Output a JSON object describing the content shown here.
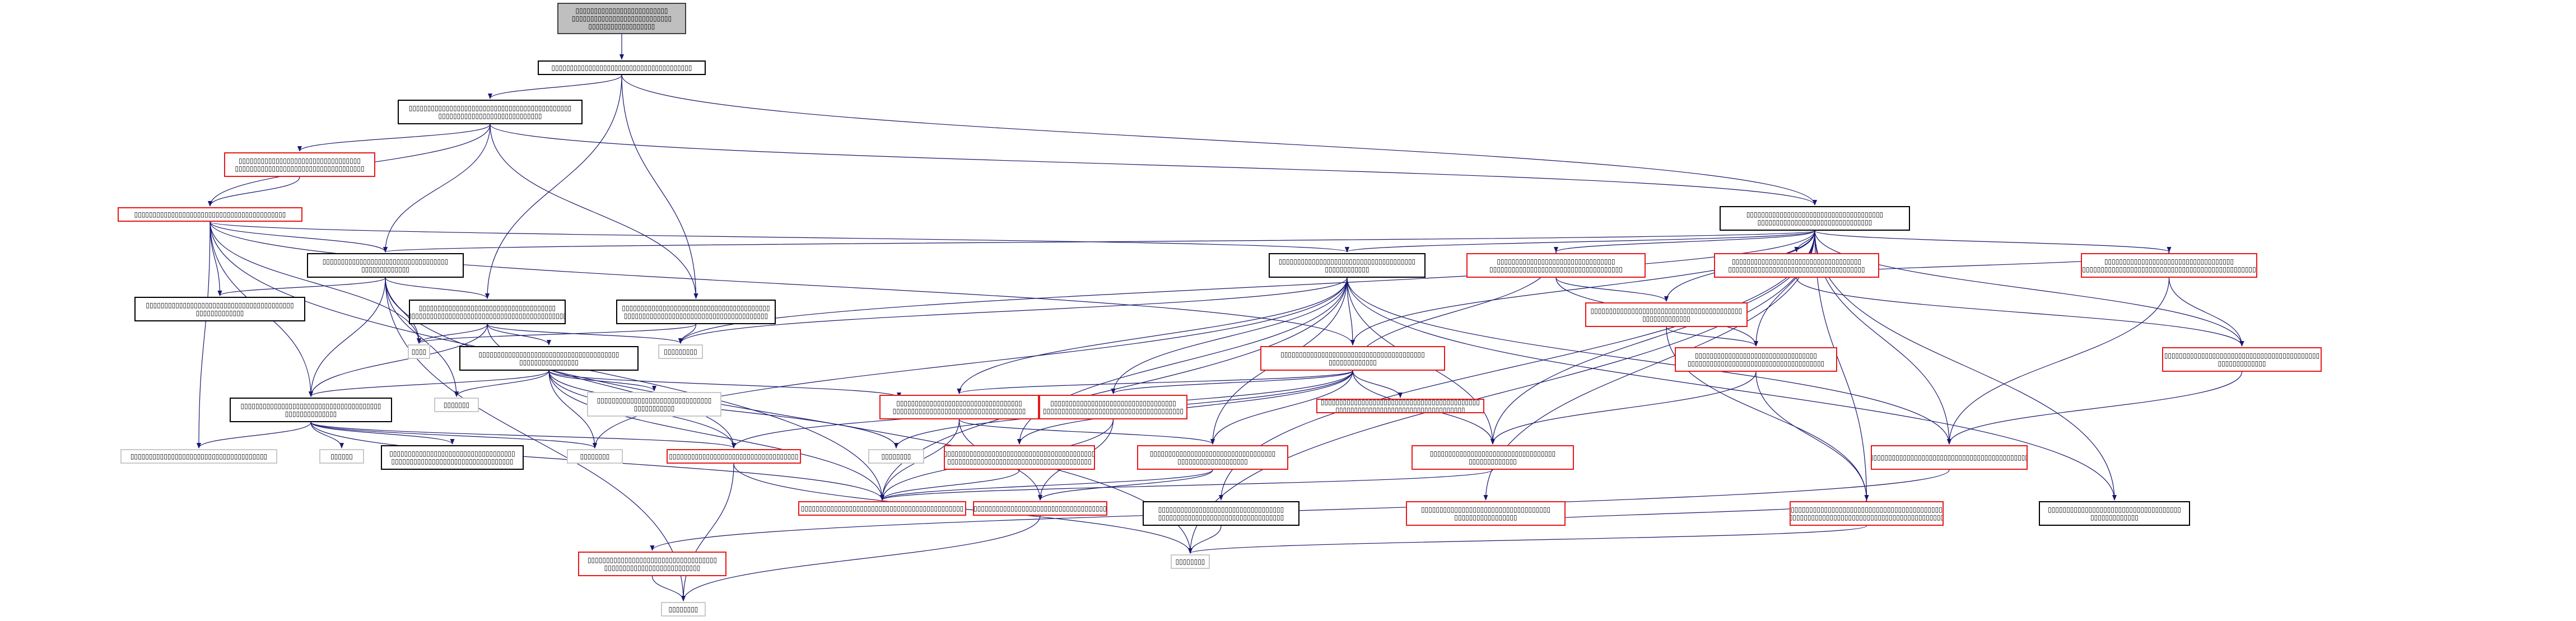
{
  "graph": {
    "edge_color": "#191970",
    "border_colors": {
      "default": "#000000",
      "undocumented": "#e8181a",
      "external": "#c9c9c9",
      "root_fill": "#bfbfbf"
    },
    "nodes": [
      {
        "id": "n0",
        "label": "▯▯▯▯▯▯▯▯▯▯▯▯▯▯▯▯▯▯▯▯▯▯▯▯▯\n▯▯▯▯▯▯▯▯▯▯▯▯▯▯▯▯▯▯▯▯▯▯▯▯▯▯▯\n▯▯▯▯▯▯▯▯▯▯▯▯▯▯▯▯▯▯",
        "style": "root"
      },
      {
        "id": "n1",
        "label": "▯▯▯▯▯▯▯▯▯▯▯▯▯▯▯▯▯▯▯▯▯▯▯▯▯▯▯▯▯▯▯▯▯▯▯▯▯▯",
        "style": "k"
      },
      {
        "id": "n2",
        "label": "▯▯▯▯▯▯▯▯▯▯▯▯▯▯▯▯▯▯▯▯▯▯▯▯▯▯▯▯▯▯▯▯▯▯▯▯▯▯▯▯▯▯▯▯\n▯▯▯▯▯▯▯▯▯▯▯▯▯▯▯▯▯▯▯▯▯▯▯▯▯▯▯▯",
        "style": "k"
      },
      {
        "id": "n3",
        "label": "▯▯▯▯▯▯▯▯▯▯▯▯▯▯▯▯▯▯▯▯▯▯▯▯▯▯▯▯▯▯▯▯▯\n▯▯▯▯▯▯▯▯▯▯▯▯▯▯▯▯▯▯▯▯▯▯▯▯▯▯▯▯▯▯▯▯▯▯▯",
        "style": "r"
      },
      {
        "id": "n4",
        "label": "▯▯▯▯▯▯▯▯▯▯▯▯▯▯▯▯▯▯▯▯▯▯▯▯▯▯▯▯▯▯▯▯▯▯▯▯▯▯▯▯▯",
        "style": "r"
      },
      {
        "id": "n5",
        "label": "▯▯▯▯▯▯▯▯▯▯▯▯▯▯▯▯▯▯▯▯▯▯▯▯▯▯▯▯▯▯▯▯▯▯▯▯▯\n▯▯▯▯▯▯▯▯▯▯▯▯▯▯▯▯▯▯▯▯▯▯▯▯▯▯▯▯▯▯▯",
        "style": "k"
      },
      {
        "id": "n6",
        "label": "▯▯▯▯▯▯▯▯▯▯▯▯▯▯▯▯▯▯▯▯▯▯▯▯▯▯▯▯▯▯▯▯▯▯\n▯▯▯▯▯▯▯▯▯▯▯▯▯",
        "style": "k"
      },
      {
        "id": "n7",
        "label": "▯▯▯▯▯▯▯▯▯▯▯▯▯▯▯▯▯▯▯▯▯▯▯▯▯▯▯▯▯▯▯▯▯▯▯▯▯\n▯▯▯▯▯▯▯▯▯▯▯▯",
        "style": "k"
      },
      {
        "id": "n8",
        "label": "▯▯▯▯▯▯▯▯▯▯▯▯▯▯▯▯▯▯▯▯▯▯▯▯▯▯▯▯▯▯▯▯▯▯▯▯▯▯▯▯\n▯▯▯▯▯▯▯▯▯▯▯▯▯",
        "style": "k"
      },
      {
        "id": "n9",
        "label": "▯▯▯▯▯▯▯▯▯▯▯▯▯▯▯▯▯▯▯▯▯▯▯▯▯▯▯▯▯▯▯▯▯▯▯▯▯\n▯▯▯▯▯▯▯▯▯▯▯▯▯▯▯▯▯▯▯▯▯▯▯▯▯▯▯▯▯▯▯▯▯▯▯▯▯▯▯▯▯▯▯",
        "style": "k"
      },
      {
        "id": "n10",
        "label": "▯▯▯▯▯▯▯▯▯▯▯▯▯▯▯▯▯▯▯▯▯▯▯▯▯▯▯▯▯▯▯▯▯▯▯▯▯▯▯▯\n▯▯▯▯▯▯▯▯▯▯▯▯▯▯▯▯▯▯▯▯▯▯▯▯▯▯▯▯▯▯▯▯▯▯▯▯▯▯▯",
        "style": "k"
      },
      {
        "id": "n11",
        "label": "▯▯▯▯",
        "style": "g"
      },
      {
        "id": "n12",
        "label": "▯▯▯▯▯▯▯▯▯",
        "style": "g"
      },
      {
        "id": "n13",
        "label": "▯▯▯▯▯▯▯▯▯▯▯▯▯▯▯▯▯▯▯▯▯▯▯▯▯▯▯▯▯▯▯▯▯▯▯▯▯▯\n▯▯▯▯▯▯▯▯▯▯▯▯▯▯",
        "style": "k"
      },
      {
        "id": "n14",
        "label": "▯▯▯▯▯▯▯",
        "style": "g"
      },
      {
        "id": "n15",
        "label": "▯▯▯▯▯▯▯▯▯▯▯▯▯▯▯▯▯▯▯▯▯▯▯▯▯▯▯▯▯▯▯\n▯▯▯▯▯▯▯▯▯▯▯",
        "style": "g"
      },
      {
        "id": "n16",
        "label": "▯▯▯▯▯▯▯▯▯▯▯▯▯▯▯▯▯▯▯▯▯▯▯▯▯▯▯▯▯▯▯▯▯▯▯▯▯▯\n▯▯▯▯▯▯▯▯▯▯▯▯▯▯▯▯",
        "style": "k"
      },
      {
        "id": "n17",
        "label": "▯▯▯▯▯▯▯▯▯▯▯▯▯▯▯▯▯▯▯▯▯▯▯▯▯▯▯▯▯▯▯▯▯▯▯▯▯",
        "style": "g"
      },
      {
        "id": "n18",
        "label": "▯▯▯▯▯▯",
        "style": "g"
      },
      {
        "id": "n19",
        "label": "▯▯▯▯▯▯▯▯▯▯▯▯▯▯▯▯▯▯▯▯▯▯▯▯▯▯▯▯▯▯▯▯▯▯\n▯▯▯▯▯▯▯▯▯▯▯▯▯▯▯▯▯▯▯▯▯▯▯▯▯▯▯▯▯▯▯▯▯",
        "style": "k"
      },
      {
        "id": "n20",
        "label": "▯▯▯▯▯▯▯▯",
        "style": "g"
      },
      {
        "id": "n21",
        "label": "▯▯▯▯▯▯▯▯▯▯▯▯▯▯▯▯▯▯▯▯▯▯▯▯▯▯▯▯▯▯▯▯▯▯▯",
        "style": "r"
      },
      {
        "id": "n22",
        "label": "▯▯▯▯▯▯▯▯",
        "style": "g"
      },
      {
        "id": "n23",
        "label": "▯▯▯▯▯▯▯▯▯▯▯▯▯▯▯▯▯▯▯▯▯▯▯▯▯▯▯▯▯▯▯▯\n▯▯▯▯▯▯▯▯▯▯▯▯▯▯▯▯",
        "style": "k"
      },
      {
        "id": "n24",
        "label": "▯▯▯▯▯▯▯▯▯▯▯▯▯▯▯▯▯▯▯▯▯▯▯▯▯▯▯▯▯▯▯▯▯▯▯▯▯▯▯\n▯▯▯▯▯▯▯▯▯▯▯▯▯",
        "style": "r"
      },
      {
        "id": "n25",
        "label": "▯▯▯▯▯▯▯▯▯▯▯▯▯▯▯▯▯▯▯▯▯▯▯▯▯▯▯▯▯▯▯▯\n▯▯▯▯▯▯▯▯▯▯▯▯▯▯▯▯▯▯▯▯▯▯▯▯▯▯▯▯▯▯▯▯▯▯▯▯",
        "style": "r"
      },
      {
        "id": "n26",
        "label": "▯▯▯▯▯▯▯▯▯▯▯▯▯▯▯▯▯▯▯▯▯▯▯▯▯▯▯▯▯▯▯▯▯▯▯▯▯▯▯▯▯\n▯▯▯▯▯▯▯▯▯▯▯▯▯",
        "style": "r"
      },
      {
        "id": "n27",
        "label": "▯▯▯▯▯▯▯▯▯▯▯▯▯▯▯▯▯▯▯▯▯▯▯▯▯▯▯▯▯▯▯▯▯\n▯▯▯▯▯▯▯▯▯▯▯▯▯▯▯▯▯▯▯▯▯▯▯▯▯▯▯▯▯▯▯▯▯▯▯▯▯",
        "style": "r"
      },
      {
        "id": "n28",
        "label": "▯▯▯▯▯▯▯▯▯▯▯▯▯▯▯▯▯▯▯▯▯▯▯▯▯▯▯▯▯▯▯▯▯▯▯\n▯▯▯▯▯▯▯▯▯▯▯▯▯▯▯▯▯▯▯▯▯▯▯▯▯▯▯▯▯▯▯▯▯▯▯▯▯",
        "style": "r"
      },
      {
        "id": "n29",
        "label": "▯▯▯▯▯▯▯▯▯▯▯▯▯▯▯▯▯▯▯▯▯▯▯▯▯▯▯▯▯▯▯▯▯▯▯\n▯▯▯▯▯▯▯▯▯▯▯▯▯▯▯▯▯▯▯▯▯▯▯▯▯▯▯▯▯▯▯▯▯▯▯▯▯▯▯▯▯▯▯▯▯▯▯",
        "style": "r"
      },
      {
        "id": "n30",
        "label": "▯▯▯▯▯▯▯▯▯▯▯▯▯▯▯▯▯▯▯▯▯▯▯▯▯▯▯▯▯▯▯▯▯▯▯▯▯▯▯▯▯▯\n▯▯▯▯▯▯▯▯▯▯▯▯▯",
        "style": "r"
      },
      {
        "id": "n31",
        "label": "▯▯▯▯▯▯▯▯▯▯▯▯▯▯▯▯▯▯▯▯▯▯▯▯▯▯▯▯▯▯▯▯▯▯▯▯▯▯▯▯▯▯▯",
        "style": "r"
      },
      {
        "id": "n32",
        "label": "▯▯▯▯▯▯▯▯▯▯▯▯▯▯▯▯▯▯▯▯▯▯▯▯▯▯▯▯▯▯▯▯▯▯\n▯▯▯▯▯▯▯▯▯▯▯▯▯▯▯▯▯▯▯▯▯▯▯▯▯▯▯▯▯▯▯▯▯▯▯▯",
        "style": "r"
      },
      {
        "id": "n33",
        "label": "▯▯▯▯▯▯▯▯▯▯▯▯▯▯▯▯▯▯▯▯▯▯▯▯▯▯▯▯▯▯▯▯▯▯\n▯▯▯▯▯▯▯▯▯▯▯▯▯▯▯▯▯▯▯▯▯▯▯▯▯▯▯▯▯▯▯▯▯▯▯▯▯▯",
        "style": "r"
      },
      {
        "id": "n34",
        "label": "▯▯▯▯▯▯▯▯▯▯▯▯▯▯▯▯▯▯▯▯▯▯▯▯▯▯▯▯▯▯▯▯▯▯▯▯▯▯▯▯▯▯▯\n▯▯▯▯▯▯▯▯▯▯▯▯▯▯▯▯▯▯▯▯▯▯▯▯▯▯▯▯▯▯▯▯▯▯▯",
        "style": "r"
      },
      {
        "id": "n35",
        "label": "▯▯▯▯▯▯▯▯▯▯▯▯▯▯▯▯▯▯▯▯▯▯▯▯▯▯▯▯▯▯▯▯▯▯\n▯▯▯▯▯▯▯▯▯▯▯▯▯▯▯▯▯▯▯▯▯▯▯▯▯▯▯▯▯▯▯▯▯▯▯▯▯▯",
        "style": "r"
      },
      {
        "id": "n36",
        "label": "▯▯▯▯▯▯▯▯▯▯▯▯▯▯▯▯▯▯▯▯▯▯▯▯▯▯▯▯▯▯▯▯▯▯▯▯▯▯▯▯▯\n▯▯▯▯▯▯▯▯▯▯▯▯▯▯▯▯▯▯▯▯▯▯▯▯▯▯▯▯▯▯▯▯▯▯▯▯▯▯▯",
        "style": "r"
      },
      {
        "id": "n37",
        "label": "▯▯▯▯▯▯▯▯▯▯▯▯▯▯▯▯▯▯▯▯▯▯▯▯▯▯▯▯▯▯▯▯▯▯\n▯▯▯▯▯▯▯▯▯▯▯▯▯▯▯▯▯▯▯",
        "style": "r"
      },
      {
        "id": "n38",
        "label": "▯▯▯▯▯▯▯▯▯▯▯▯▯▯▯▯▯▯▯▯▯▯▯▯▯▯▯▯▯▯▯▯▯▯\n▯▯▯▯▯▯▯▯▯▯▯▯▯",
        "style": "r"
      },
      {
        "id": "n39",
        "label": "▯▯▯▯▯▯▯▯▯",
        "style": "g"
      },
      {
        "id": "n40",
        "label": "▯▯▯▯▯▯▯▯▯▯▯▯▯▯▯▯▯▯▯▯▯▯▯▯▯▯▯▯▯▯▯▯▯▯▯\n▯▯▯▯▯▯▯▯▯▯▯▯▯▯▯▯▯",
        "style": "r"
      },
      {
        "id": "n41",
        "label": "▯▯▯▯▯▯▯▯▯▯▯▯▯▯▯▯▯▯▯▯▯▯▯▯▯▯▯▯▯▯▯▯▯▯▯▯▯▯▯▯▯▯▯▯",
        "style": "r"
      },
      {
        "id": "n42",
        "label": "▯▯▯▯▯▯▯▯▯▯▯▯▯▯▯▯▯▯▯▯▯▯▯▯▯▯▯▯▯▯▯▯▯▯▯▯",
        "style": "r"
      },
      {
        "id": "n43",
        "label": "▯▯▯▯▯▯▯▯▯▯▯▯▯▯▯▯▯▯▯▯▯▯▯▯▯▯▯▯▯▯▯▯▯▯\n▯▯▯▯▯▯▯▯▯▯▯▯▯▯▯▯▯▯▯▯▯▯▯▯▯▯▯▯▯▯▯▯▯▯",
        "style": "k"
      },
      {
        "id": "n44",
        "label": "▯▯▯▯▯▯▯▯▯▯▯▯▯▯▯▯▯▯▯▯▯▯▯▯▯▯▯▯▯▯▯▯▯▯▯▯▯▯▯▯▯\n▯▯▯▯▯▯▯▯▯▯▯▯▯▯▯▯▯▯▯▯▯▯▯▯▯▯▯▯▯▯▯▯▯▯▯▯▯▯▯▯▯▯",
        "style": "r"
      },
      {
        "id": "n45",
        "label": "▯▯▯▯▯▯▯▯▯▯▯▯▯▯▯▯▯▯▯▯▯▯▯▯▯▯▯▯▯▯▯▯▯▯▯\n▯▯▯▯▯▯▯▯▯▯▯▯▯▯▯▯▯▯▯▯▯▯▯▯▯▯▯▯▯▯▯▯▯▯▯",
        "style": "r"
      },
      {
        "id": "n46",
        "label": "▯▯▯▯▯▯▯▯▯▯▯▯▯▯▯▯▯▯▯▯▯▯▯▯▯▯▯▯▯▯▯▯▯▯▯▯\n▯▯▯▯▯▯▯▯▯▯▯▯▯",
        "style": "k"
      },
      {
        "id": "n47",
        "label": "▯▯▯▯▯▯▯▯",
        "style": "g"
      },
      {
        "id": "n48",
        "label": "▯▯▯▯▯▯▯▯▯▯▯▯▯▯▯▯▯▯▯▯▯▯▯▯▯▯▯▯▯▯▯▯▯▯▯\n▯▯▯▯▯▯▯▯▯▯▯▯▯▯▯▯▯▯▯▯▯▯▯▯▯▯",
        "style": "r"
      },
      {
        "id": "n49",
        "label": "▯▯▯▯▯▯▯▯▯▯▯▯▯▯▯▯▯▯▯▯▯▯▯▯▯▯▯",
        "style": "r"
      },
      {
        "id": "n50",
        "label": "▯▯▯▯▯▯▯▯",
        "style": "g"
      }
    ],
    "edges": [
      [
        "n0",
        "n1"
      ],
      [
        "n1",
        "n2"
      ],
      [
        "n1",
        "n9"
      ],
      [
        "n1",
        "n10"
      ],
      [
        "n1",
        "n5"
      ],
      [
        "n2",
        "n3"
      ],
      [
        "n2",
        "n4"
      ],
      [
        "n2",
        "n6"
      ],
      [
        "n2",
        "n10"
      ],
      [
        "n2",
        "n5"
      ],
      [
        "n3",
        "n4"
      ],
      [
        "n4",
        "n6"
      ],
      [
        "n4",
        "n13"
      ],
      [
        "n4",
        "n7"
      ],
      [
        "n4",
        "n17"
      ],
      [
        "n4",
        "n41"
      ],
      [
        "n4",
        "n8"
      ],
      [
        "n4",
        "n11"
      ],
      [
        "n4",
        "n39"
      ],
      [
        "n4",
        "n24"
      ],
      [
        "n5",
        "n6"
      ],
      [
        "n5",
        "n7"
      ],
      [
        "n5",
        "n24"
      ],
      [
        "n5",
        "n25"
      ],
      [
        "n5",
        "n26"
      ],
      [
        "n5",
        "n27"
      ],
      [
        "n5",
        "n28"
      ],
      [
        "n5",
        "n29"
      ],
      [
        "n5",
        "n30"
      ],
      [
        "n5",
        "n31"
      ],
      [
        "n5",
        "n38"
      ],
      [
        "n5",
        "n40"
      ],
      [
        "n5",
        "n43"
      ],
      [
        "n5",
        "n46"
      ],
      [
        "n5",
        "n47"
      ],
      [
        "n5",
        "n12"
      ],
      [
        "n5",
        "n49"
      ],
      [
        "n5",
        "n44"
      ],
      [
        "n6",
        "n8"
      ],
      [
        "n6",
        "n9"
      ],
      [
        "n6",
        "n11"
      ],
      [
        "n6",
        "n14"
      ],
      [
        "n6",
        "n13"
      ],
      [
        "n6",
        "n47"
      ],
      [
        "n6",
        "n50"
      ],
      [
        "n7",
        "n24"
      ],
      [
        "n7",
        "n12"
      ],
      [
        "n7",
        "n31"
      ],
      [
        "n7",
        "n32"
      ],
      [
        "n7",
        "n33"
      ],
      [
        "n7",
        "n36"
      ],
      [
        "n7",
        "n37"
      ],
      [
        "n7",
        "n41"
      ],
      [
        "n7",
        "n20"
      ],
      [
        "n7",
        "n46"
      ],
      [
        "n7",
        "n38"
      ],
      [
        "n9",
        "n11"
      ],
      [
        "n9",
        "n16"
      ],
      [
        "n9",
        "n13"
      ],
      [
        "n9",
        "n21"
      ],
      [
        "n9",
        "n12"
      ],
      [
        "n10",
        "n11"
      ],
      [
        "n10",
        "n12"
      ],
      [
        "n13",
        "n17"
      ],
      [
        "n13",
        "n18"
      ],
      [
        "n13",
        "n19"
      ],
      [
        "n13",
        "n20"
      ],
      [
        "n13",
        "n21"
      ],
      [
        "n13",
        "n41"
      ],
      [
        "n16",
        "n13"
      ],
      [
        "n16",
        "n14"
      ],
      [
        "n16",
        "n22"
      ],
      [
        "n16",
        "n21"
      ],
      [
        "n16",
        "n41"
      ],
      [
        "n16",
        "n23"
      ],
      [
        "n16",
        "n15"
      ],
      [
        "n16",
        "n20"
      ],
      [
        "n24",
        "n25"
      ],
      [
        "n24",
        "n32"
      ],
      [
        "n24",
        "n33"
      ],
      [
        "n24",
        "n34"
      ],
      [
        "n24",
        "n35"
      ],
      [
        "n24",
        "n36"
      ],
      [
        "n24",
        "n22"
      ],
      [
        "n24",
        "n21"
      ],
      [
        "n24",
        "n37"
      ],
      [
        "n24",
        "n38"
      ],
      [
        "n25",
        "n26"
      ],
      [
        "n25",
        "n27"
      ],
      [
        "n25",
        "n49"
      ],
      [
        "n26",
        "n27"
      ],
      [
        "n26",
        "n44"
      ],
      [
        "n27",
        "n44"
      ],
      [
        "n27",
        "n38"
      ],
      [
        "n28",
        "n29"
      ],
      [
        "n28",
        "n30"
      ],
      [
        "n29",
        "n30"
      ],
      [
        "n29",
        "n31"
      ],
      [
        "n30",
        "n31"
      ],
      [
        "n30",
        "n49"
      ],
      [
        "n31",
        "n48"
      ],
      [
        "n31",
        "n49"
      ],
      [
        "n32",
        "n37"
      ],
      [
        "n32",
        "n41"
      ],
      [
        "n32",
        "n42"
      ],
      [
        "n33",
        "n41"
      ],
      [
        "n33",
        "n42"
      ],
      [
        "n36",
        "n41"
      ],
      [
        "n37",
        "n41"
      ],
      [
        "n37",
        "n42"
      ],
      [
        "n38",
        "n41"
      ],
      [
        "n40",
        "n44"
      ],
      [
        "n21",
        "n47"
      ],
      [
        "n21",
        "n50"
      ],
      [
        "n42",
        "n50"
      ],
      [
        "n44",
        "n47"
      ],
      [
        "n43",
        "n47"
      ],
      [
        "n48",
        "n50"
      ],
      [
        "n48",
        "n49"
      ]
    ]
  }
}
